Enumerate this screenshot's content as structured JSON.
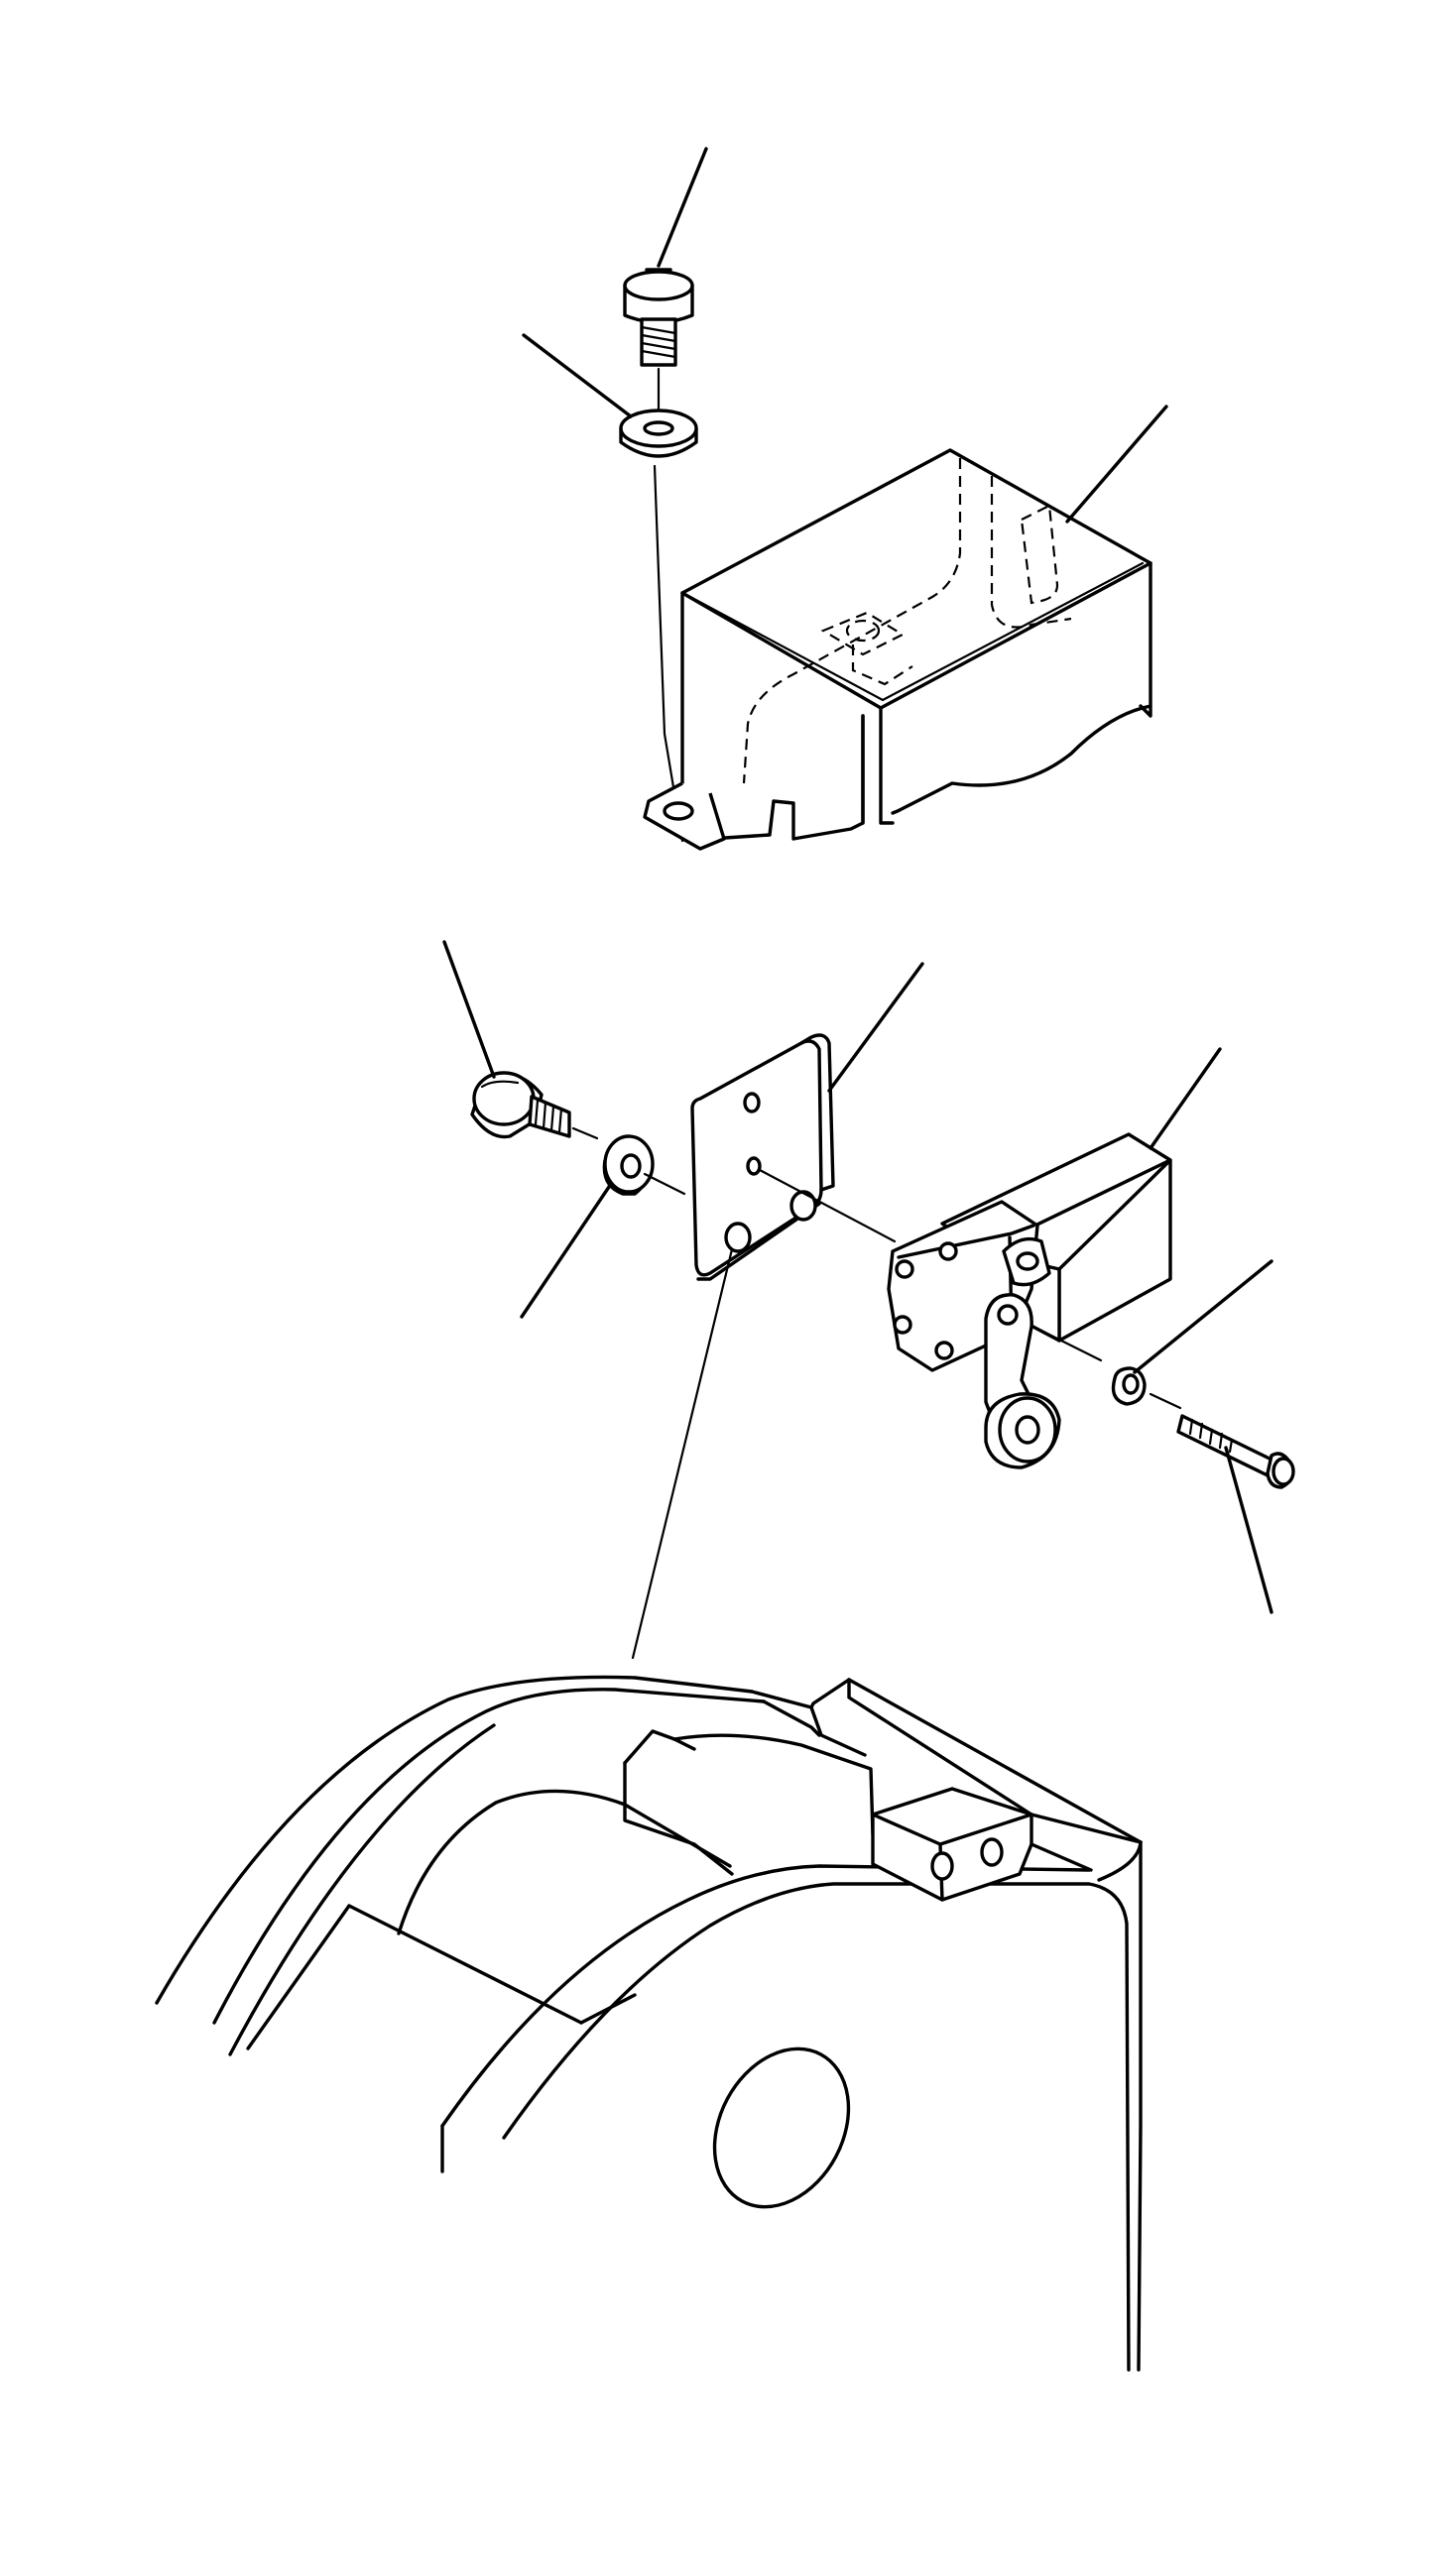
{
  "diagram": {
    "parts": [
      {
        "id": "cap-screw-top",
        "icon": "hex-head-bolt"
      },
      {
        "id": "washer-top",
        "icon": "flat-washer"
      },
      {
        "id": "switch-cover",
        "icon": "sheet-metal-cover"
      },
      {
        "id": "cap-screw-left",
        "icon": "hex-head-bolt"
      },
      {
        "id": "washer-left",
        "icon": "flat-washer"
      },
      {
        "id": "mounting-plate",
        "icon": "bracket-plate"
      },
      {
        "id": "limit-switch",
        "icon": "roller-lever-limit-switch"
      },
      {
        "id": "lock-washer",
        "icon": "split-lock-washer"
      },
      {
        "id": "machine-screw",
        "icon": "pan-head-screw"
      },
      {
        "id": "machine-housing",
        "icon": "housing-frame"
      }
    ],
    "line_color": "#000000",
    "background": "#ffffff"
  }
}
